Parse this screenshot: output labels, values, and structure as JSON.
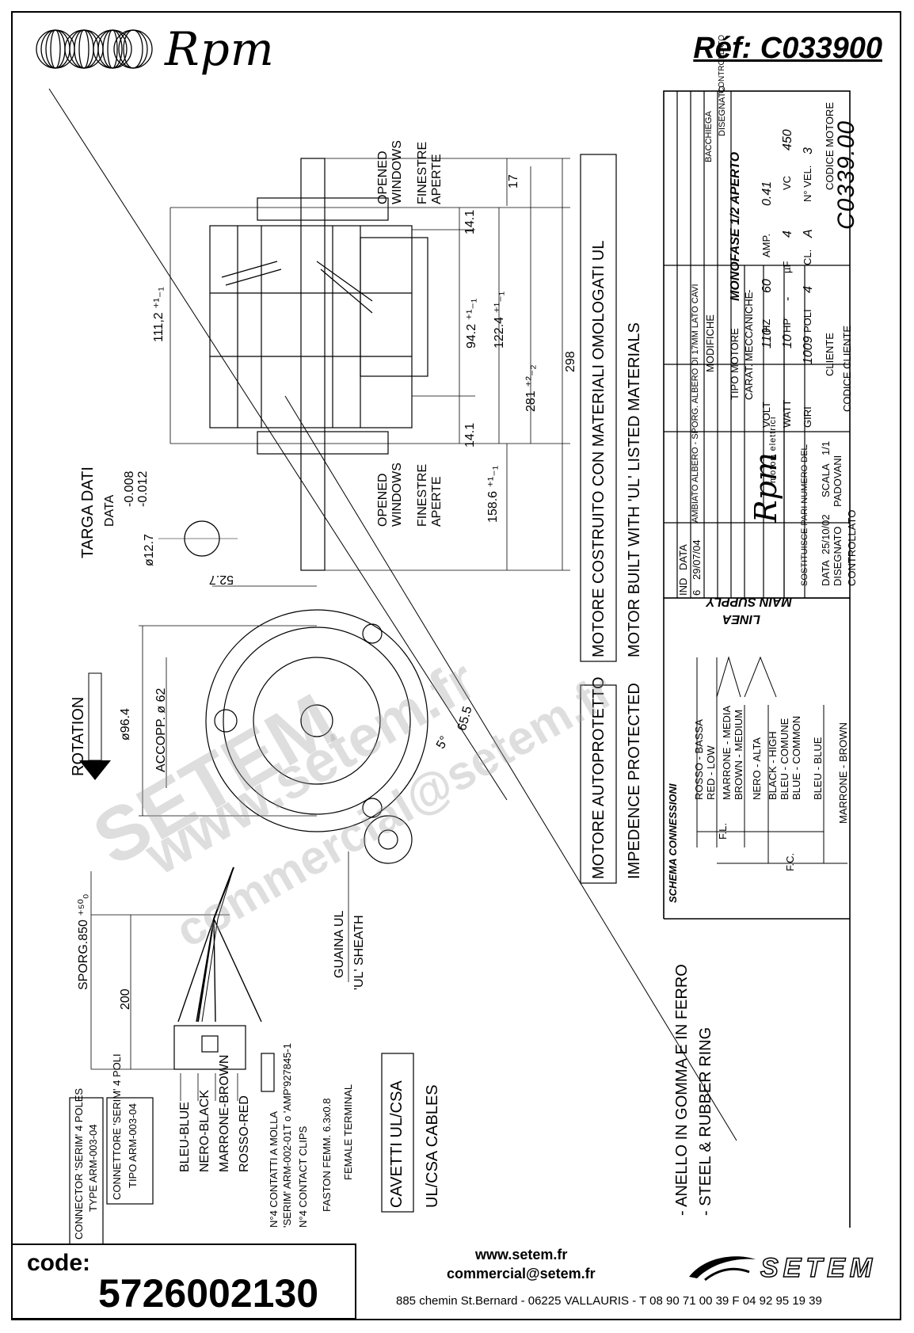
{
  "header": {
    "brand": "Rpm",
    "reference": "Réf:  C033900"
  },
  "motor_drawing": {
    "dimensions": {
      "d_111_2": "111,2 ⁺¹₋₁",
      "d_17": "17",
      "d_14_1_top": "14.1",
      "d_94_2": "94.2 ⁺¹₋₁",
      "d_122_4": "122.4 ⁺¹₋₁",
      "d_281": "281 ⁺²₋₂",
      "d_298": "298",
      "d_14_1_bottom": "14.1",
      "d_158_6": "158.6 ⁺¹₋₁",
      "d_52_7": "52.7",
      "d_96_4": "ø96.4",
      "d_62": "ACCOPP. ø 62",
      "d_5": "5°",
      "d_65_5": "65.5",
      "d_200": "200",
      "d_850": "SPORG.850 ⁺⁵⁰₀",
      "shaft_diameter": "ø12.7",
      "shaft_tol_top": "-0.008",
      "shaft_tol_bottom": "-0.012"
    },
    "labels": {
      "opened_windows": "OPENED\nWINDOWS",
      "finestre_aperte": "FINESTRE\nAPERTE",
      "targa_dati": "TARGA DATI",
      "data": "DATA",
      "rotation": "ROTATION",
      "guaina_ul": "GUAINA UL",
      "ul_sheath": "'UL' SHEATH",
      "ul_materials_it": "MOTORE COSTRUITO CON MATERIALI OMOLOGATI UL",
      "ul_materials_en": "MOTOR BUILT WITH 'UL' LISTED MATERIALS",
      "autoprotetto": "MOTORE AUTOPROTETTO",
      "impedence": "IMPEDENCE PROTECTED",
      "cavetti": "CAVETTI UL/CSA",
      "cables": "UL/CSA CABLES",
      "anello": "- ANELLO IN GOMMA E IN FERRO",
      "steel_ring": "- STEEL & RUBBER RING"
    },
    "wires": [
      "BLEU-BLUE",
      "NERO-BLACK",
      "MARRONE-BROWN",
      "ROSSO-RED"
    ],
    "contacts": [
      "N°4 CONTATTI A MOLLA",
      "'SERIM' ARM-002-01T o 'AMP'927845-1",
      "N°4 CONTACT CLIPS"
    ],
    "faston": [
      "FASTON FEMM. 6.3x0.8",
      "FEMALE TERMINAL"
    ],
    "connector_en": [
      "CONNECTOR 'SERIM' 4 POLES",
      "TYPE ARM-003-04"
    ],
    "connector_it": [
      "CONNETTORE 'SERIM' 4 POLI",
      "TIPO ARM-003-04"
    ]
  },
  "schema": {
    "title": "SCHEMA CONNESSIONI",
    "linea": "LINEA",
    "main_supply": "MAIN SUPPLY",
    "fl": "F.L.",
    "fc": "F.C.",
    "leads": [
      [
        "ROSSO - BASSA",
        "RED - LOW"
      ],
      [
        "MARRONE - MEDIA",
        "BROWN - MEDIUM"
      ],
      [
        "NERO - ALTA",
        ""
      ],
      [
        "BLACK - HIGH",
        "BLEU - COMUNE",
        "BLUE - COMMON"
      ],
      [
        "BLEU - BLUE",
        ""
      ],
      [
        "MARRONE - BROWN",
        ""
      ]
    ]
  },
  "title_block": {
    "revision_row": {
      "ind": "6",
      "date": "29/07/04",
      "text": "AMBIATO ALBERO - SPORG. ALBERO DI 17MM LATO CAVI"
    },
    "col_headers": {
      "ind": "IND",
      "data": "DATA",
      "modifiche": "MODIFICHE",
      "disegnato": "DISEGNATO",
      "controllato": "CONTROLLATO",
      "bacchiega": "BACCHIEGA"
    },
    "tipo_motore_label": "TIPO MOTORE",
    "tipo_motore": "MONOFASE 1/2 APERTO",
    "carat": "CARAT. MECCANICHE",
    "carat_value": "-",
    "specs": [
      {
        "label": "VOLT",
        "value": "110"
      },
      {
        "label": "HZ",
        "value": "60"
      },
      {
        "label": "AMP.",
        "value": "0.41"
      },
      {
        "label": "WATT",
        "value": "10"
      },
      {
        "label": "HP",
        "value": "-"
      },
      {
        "label": "µF",
        "value": "4"
      },
      {
        "label": "VC",
        "value": "450"
      },
      {
        "label": "GIRI",
        "value": "1009"
      },
      {
        "label": "POLI",
        "value": "4"
      },
      {
        "label": "CL.",
        "value": "A"
      },
      {
        "label": "N° VEL.",
        "value": "3"
      }
    ],
    "cliente": "CLIENTE",
    "codice_cliente": "CODICE CLIENTE",
    "codice_motore_label": "CODICE MOTORE",
    "codice_motore": "C0339.00",
    "sostituisce": "SOSTITUISCE PARI NUMERO DEL",
    "sostituisce_value": "-",
    "data_label": "DATA",
    "data_value": "25/10/02",
    "scala_label": "SCALA",
    "scala_value": "1/1",
    "disegnato_label": "DISEGNATO",
    "disegnato_value": "PADOVANI",
    "controllato_label": "CONTROLLATO",
    "brand": "Rpm",
    "brand_sub": "motori elettrici"
  },
  "footer": {
    "code_label": "code:",
    "code_value": "5726002130",
    "url": "www.setem.fr",
    "email": "commercial@setem.fr",
    "address": "885 chemin St.Bernard  -  06225 VALLAURIS  -  T 08 90 71 00 39   F 04 92 95 19 39",
    "logo_word": "SETEM"
  },
  "watermark": {
    "url": "www.setem.fr",
    "company": "SETEM",
    "email": "commercial@setem.fr"
  }
}
